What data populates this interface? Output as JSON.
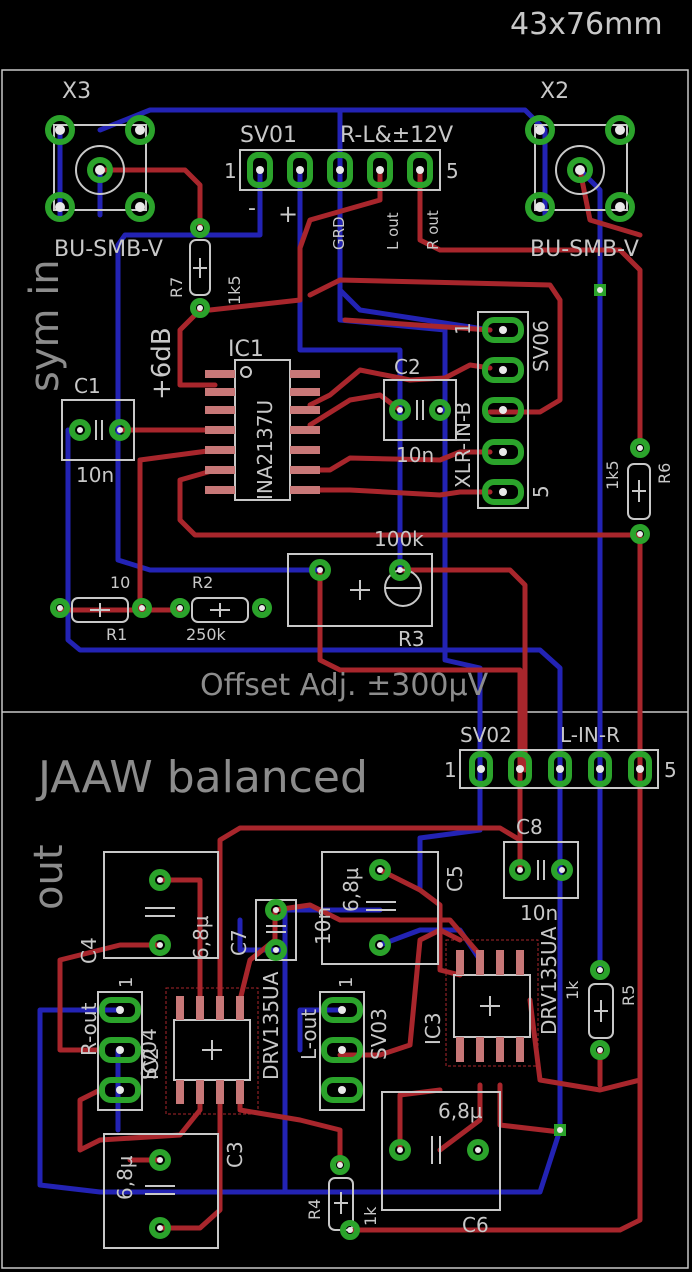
{
  "board": {
    "size_label": "43x76mm",
    "section_top_label": "sym in",
    "section_bottom_label1": "JAAW balanced",
    "section_bottom_label2": "out",
    "gain_label": "+6dB",
    "offset_label": "Offset Adj. ±300µV"
  },
  "connectors": {
    "x3": {
      "name": "X3",
      "type": "BU-SMB-V"
    },
    "x2": {
      "name": "X2",
      "type": "BU-SMB-V"
    },
    "sv01": {
      "name": "SV01",
      "desc": "R-L&±12V",
      "pin_first": "1",
      "pin_last": "5",
      "pins": [
        "-",
        "+",
        "GRD",
        "L out",
        "R out"
      ]
    },
    "sv06": {
      "name": "SV06",
      "desc": "XLR-IN-B",
      "pin_first": "1",
      "pin_last": "5"
    },
    "sv02": {
      "name": "SV02",
      "desc": "L-IN-R",
      "pin_first": "1",
      "pin_last": "5"
    },
    "sv04": {
      "name": "SV04",
      "desc": "R-out",
      "pin_first": "1"
    },
    "sv03": {
      "name": "SV03",
      "desc": "L-out",
      "pin_first": "1"
    }
  },
  "components": {
    "ic1": {
      "name": "IC1",
      "part": "INA2137U"
    },
    "ic2": {
      "name": "IC2",
      "part": "DRV135UA"
    },
    "ic3": {
      "name": "IC3",
      "part": "DRV135UA"
    },
    "c1": {
      "name": "C1",
      "value": "10n"
    },
    "c2": {
      "name": "C2",
      "value": "10n"
    },
    "c3": {
      "name": "C3",
      "value": "6,8µ"
    },
    "c4": {
      "name": "C4",
      "value": "6,8µ"
    },
    "c5": {
      "name": "C5",
      "value": "6,8µ"
    },
    "c6": {
      "name": "C6",
      "value": "6,8µ"
    },
    "c7": {
      "name": "C7",
      "value": "10n"
    },
    "c8": {
      "name": "C8",
      "value": "10n"
    },
    "r1": {
      "name": "R1",
      "value": "10"
    },
    "r2": {
      "name": "R2",
      "value": "250k"
    },
    "r3": {
      "name": "R3",
      "value": "100k"
    },
    "r4": {
      "name": "R4",
      "value": "1k"
    },
    "r5": {
      "name": "R5",
      "value": "1k"
    },
    "r6": {
      "name": "R6",
      "value": "1k5"
    },
    "r7": {
      "name": "R7",
      "value": "1k5"
    }
  },
  "colors": {
    "background": "#000000",
    "top_copper": "#a8262c",
    "bottom_copper": "#2323b4",
    "pad": "#2ba32b",
    "silkscreen": "#c8c8c8",
    "label": "#8c8c8c"
  }
}
